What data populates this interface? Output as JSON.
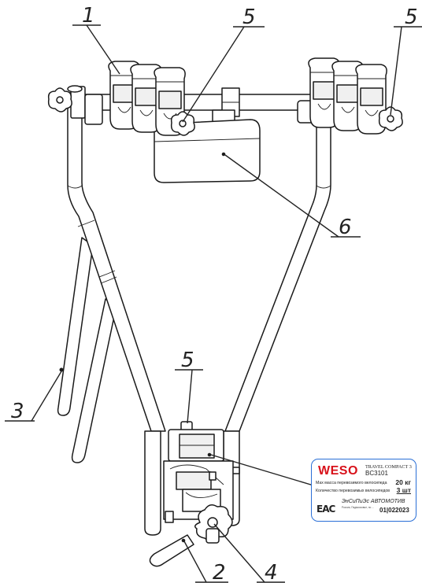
{
  "callouts": {
    "c1": "1",
    "c2": "2",
    "c3": "3",
    "c4": "4",
    "c5a": "5",
    "c5b": "5",
    "c5c": "5",
    "c6": "6"
  },
  "product_label": {
    "brand": "WESO",
    "model_line1": "TRAVEL COMPACT 3",
    "model_line2": "BC3101",
    "row1_text": "Мах масса перевозимого велосипеда",
    "row1_value": "20 кг",
    "row2_text": "Количество перевозимых велосипедов",
    "row2_value": "3 шт",
    "cert_mark": "EAC",
    "company": "ЭнСиПиЭс АВТОМОТИВ",
    "fine_print": "Россия, Подмосковье, по ...",
    "date_code": "01|022023",
    "border_color": "#2a6fd6",
    "brand_color": "#d8121b"
  }
}
